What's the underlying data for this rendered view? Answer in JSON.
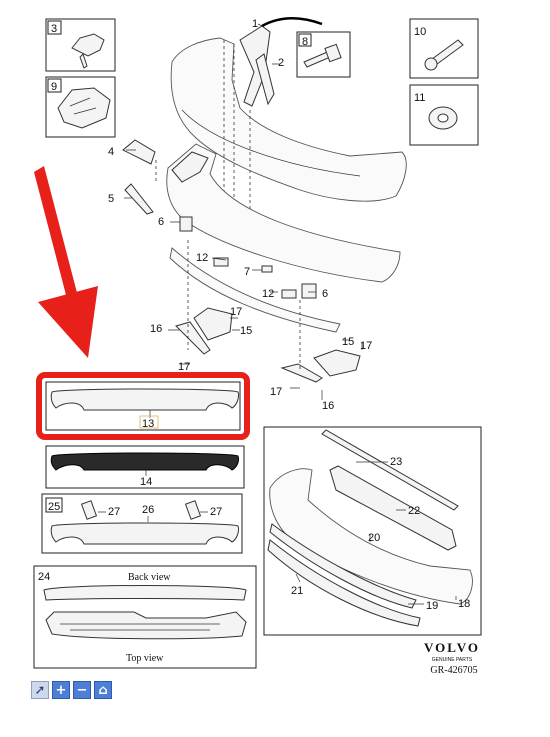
{
  "brand": {
    "name": "VOLVO",
    "tagline": "GENUINE PARTS",
    "ref": "GR-426705"
  },
  "callouts": {
    "p1": "1",
    "p2": "2",
    "p3": "3",
    "p4": "4",
    "p5": "5",
    "p6a": "6",
    "p6b": "6",
    "p7": "7",
    "p8": "8",
    "p9": "9",
    "p10": "10",
    "p11": "11",
    "p12a": "12",
    "p12b": "12",
    "p13": "13",
    "p14": "14",
    "p15a": "15",
    "p15b": "15",
    "p16a": "16",
    "p16b": "16",
    "p17a": "17",
    "p17b": "17",
    "p17c": "17",
    "p17d": "17",
    "p18": "18",
    "p19": "19",
    "p20": "20",
    "p21": "21",
    "p22": "22",
    "p23": "23",
    "p24": "24",
    "p25": "25",
    "p26": "26",
    "p27a": "27",
    "p27b": "27"
  },
  "inset24": {
    "back_view": "Back view",
    "top_view": "Top view"
  },
  "highlight": {
    "color": "#e8201a",
    "arrow_color": "#e8201a"
  },
  "toolbar": {
    "buttons": [
      {
        "icon": "pointer-icon",
        "glyph": "➚"
      },
      {
        "icon": "zoom-in-icon",
        "glyph": "+"
      },
      {
        "icon": "zoom-out-icon",
        "glyph": "−"
      },
      {
        "icon": "home-icon",
        "glyph": "⌂"
      }
    ]
  }
}
